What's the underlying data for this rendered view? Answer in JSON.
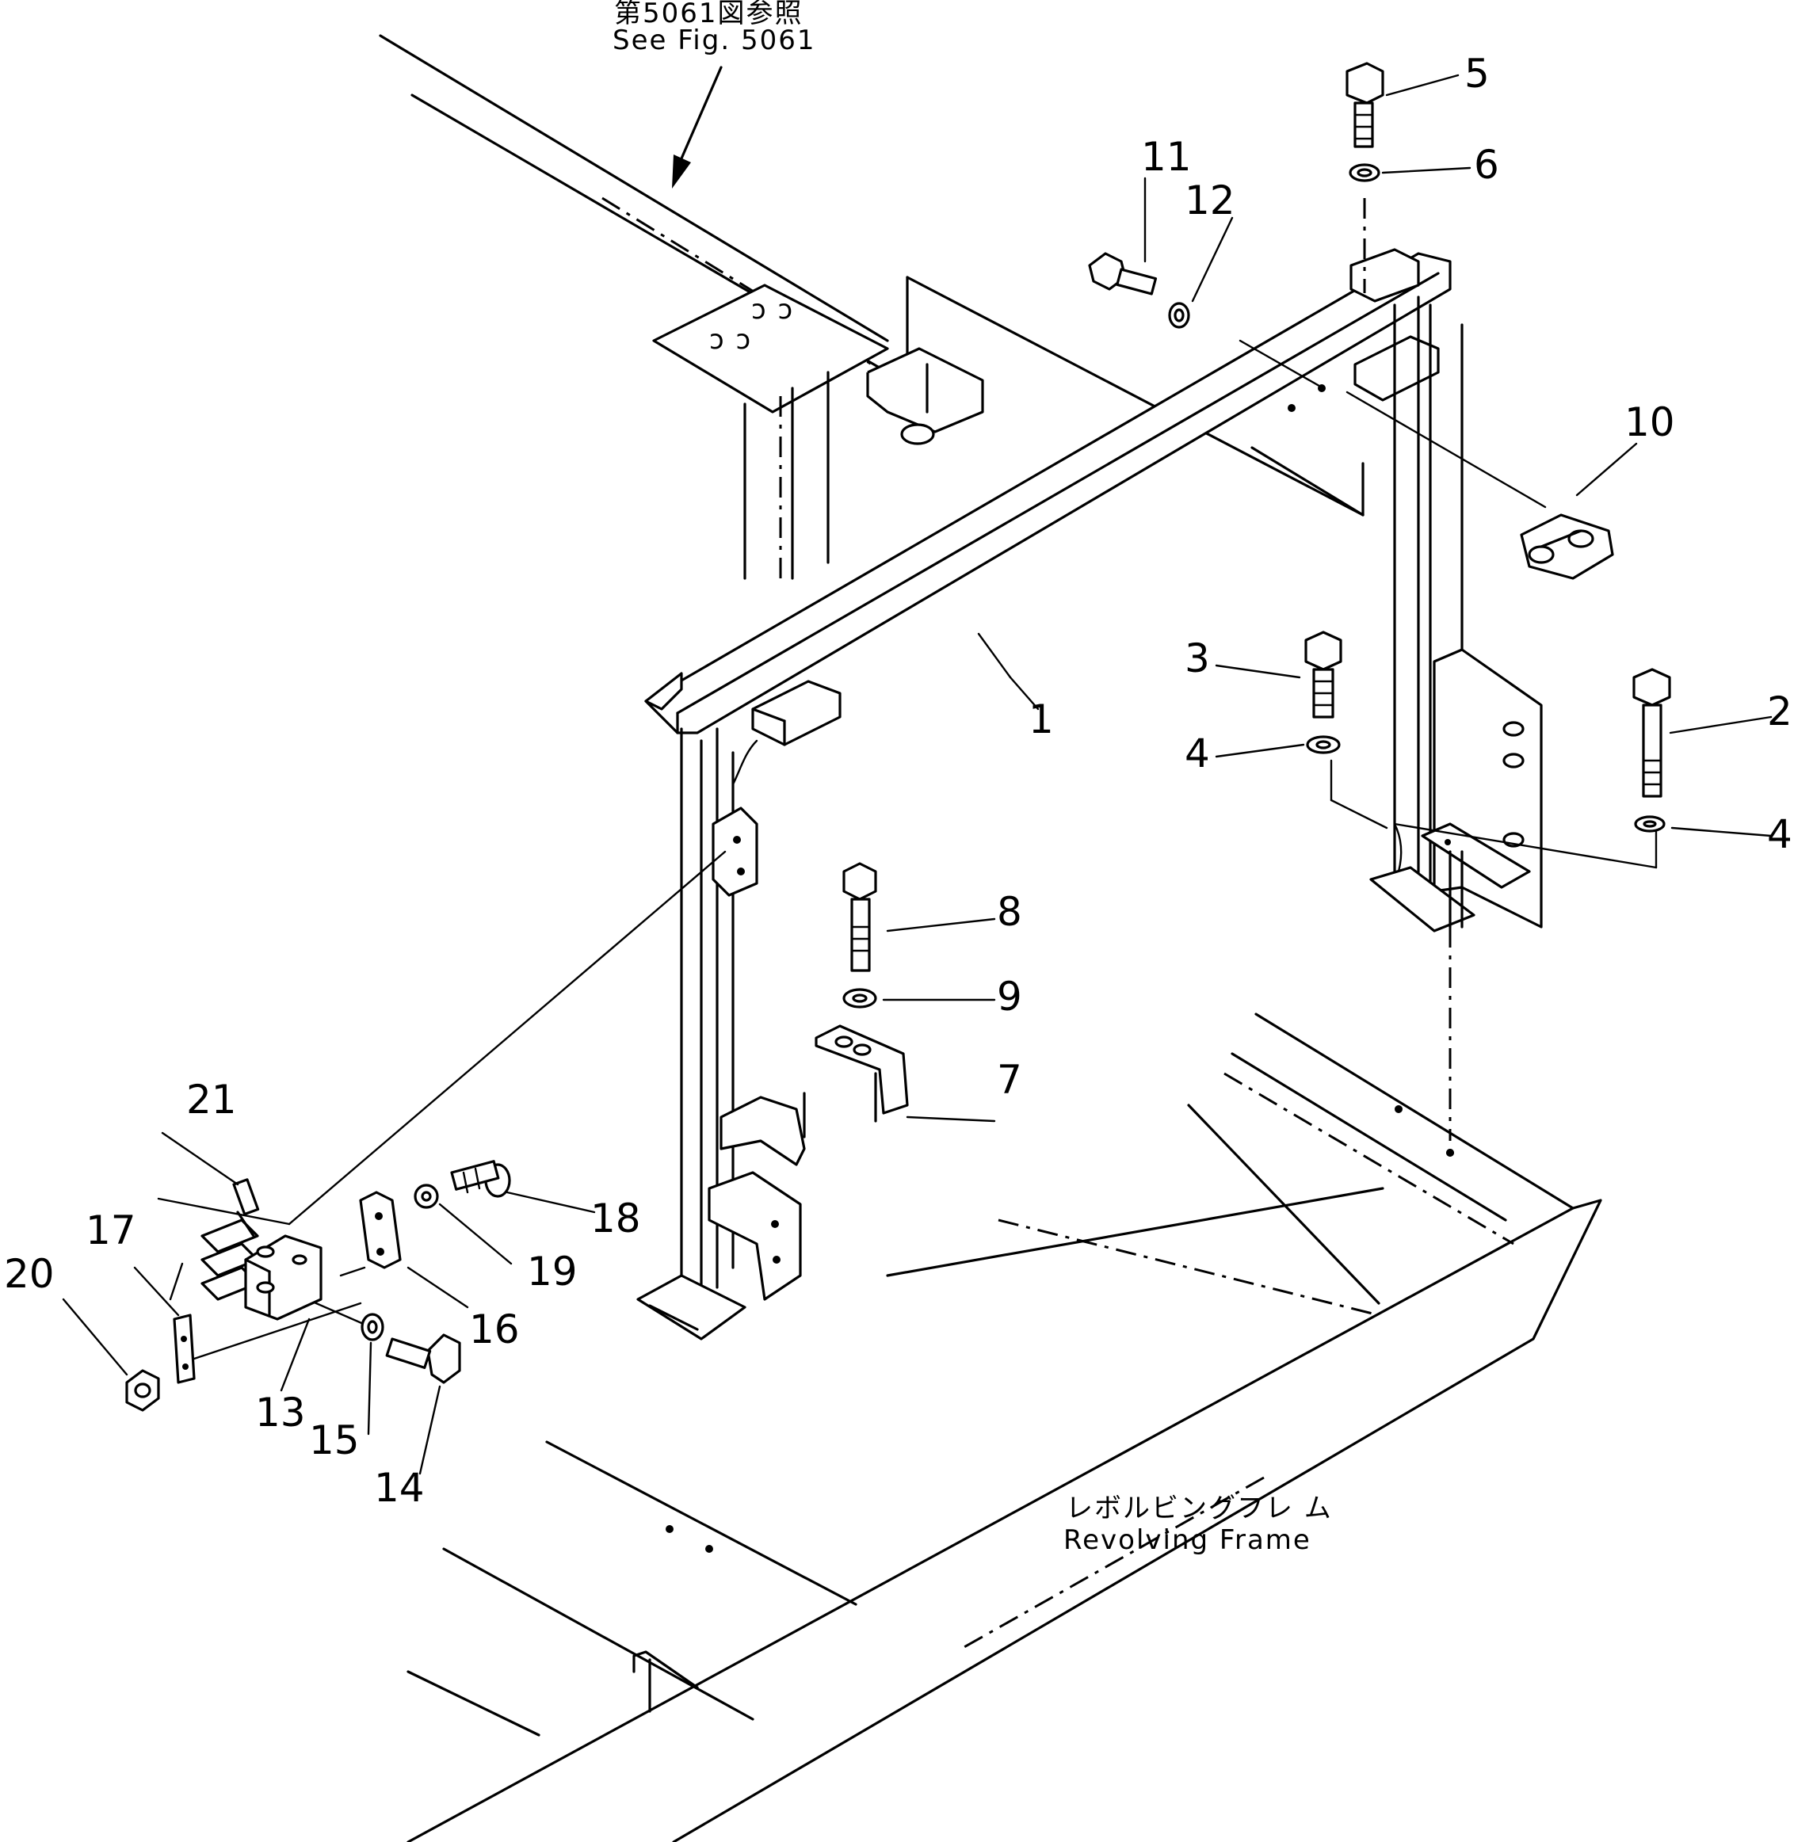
{
  "references": {
    "see_fig_jp": "第5061図参照",
    "see_fig_en": "See Fig. 5061",
    "frame_jp": "レボルビングフレ ム",
    "frame_en": "Revolving Frame"
  },
  "callouts": [
    {
      "id": "1",
      "label": "1"
    },
    {
      "id": "2",
      "label": "2"
    },
    {
      "id": "3",
      "label": "3"
    },
    {
      "id": "4a",
      "label": "4"
    },
    {
      "id": "4b",
      "label": "4"
    },
    {
      "id": "5",
      "label": "5"
    },
    {
      "id": "6",
      "label": "6"
    },
    {
      "id": "7",
      "label": "7"
    },
    {
      "id": "8",
      "label": "8"
    },
    {
      "id": "9",
      "label": "9"
    },
    {
      "id": "10",
      "label": "10"
    },
    {
      "id": "11",
      "label": "11"
    },
    {
      "id": "12",
      "label": "12"
    },
    {
      "id": "13",
      "label": "13"
    },
    {
      "id": "14",
      "label": "14"
    },
    {
      "id": "15",
      "label": "15"
    },
    {
      "id": "16",
      "label": "16"
    },
    {
      "id": "17",
      "label": "17"
    },
    {
      "id": "18",
      "label": "18"
    },
    {
      "id": "19",
      "label": "19"
    },
    {
      "id": "20",
      "label": "20"
    },
    {
      "id": "21",
      "label": "21"
    }
  ]
}
